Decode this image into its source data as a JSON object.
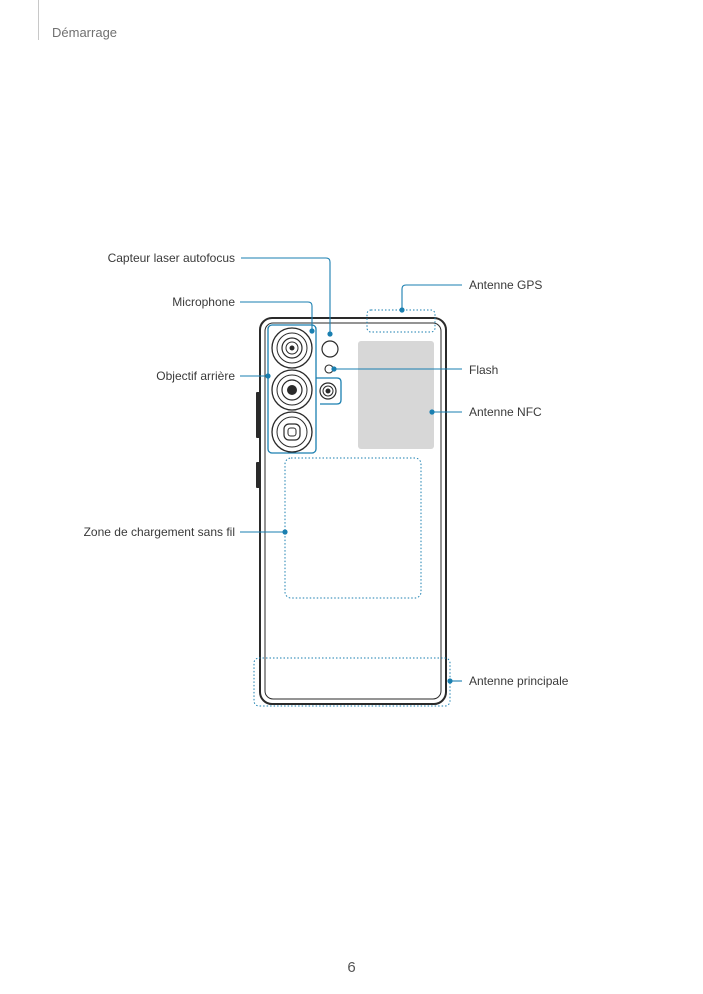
{
  "header": {
    "section_title": "Démarrage"
  },
  "diagram": {
    "labels": {
      "laser_af": "Capteur laser autofocus",
      "microphone": "Microphone",
      "rear_lens": "Objectif arrière",
      "wireless_charging": "Zone de chargement sans fil",
      "gps": "Antenne GPS",
      "flash": "Flash",
      "nfc": "Antenne NFC",
      "main_antenna": "Antenne principale"
    },
    "colors": {
      "callout": "#1a7fb0",
      "outline": "#2a2a2a",
      "nfc_fill": "#d7d7d7"
    }
  },
  "footer": {
    "page_number": "6"
  }
}
